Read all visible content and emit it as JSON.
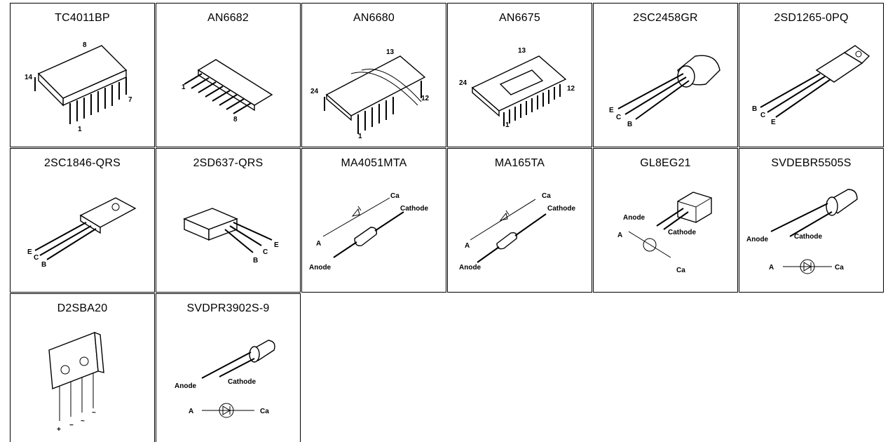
{
  "parts": [
    {
      "name": "TC4011BP",
      "pins": [
        "8",
        "14",
        "7",
        "1"
      ]
    },
    {
      "name": "AN6682",
      "pins": [
        "1",
        "8"
      ]
    },
    {
      "name": "AN6680",
      "pins": [
        "13",
        "24",
        "12",
        "1"
      ]
    },
    {
      "name": "AN6675",
      "pins": [
        "13",
        "24",
        "12",
        "1"
      ]
    },
    {
      "name": "2SC2458GR",
      "pins": [
        "E",
        "C",
        "B"
      ]
    },
    {
      "name": "2SD1265-0PQ",
      "pins": [
        "B",
        "C",
        "E"
      ]
    },
    {
      "name": "2SC1846-QRS",
      "pins": [
        "E",
        "C",
        "B"
      ]
    },
    {
      "name": "2SD637-QRS",
      "pins": [
        "E",
        "C",
        "B"
      ]
    },
    {
      "name": "MA4051MTA",
      "pins": [
        "Ca",
        "Cathode",
        "A",
        "Anode"
      ]
    },
    {
      "name": "MA165TA",
      "pins": [
        "Ca",
        "Cathode",
        "A",
        "Anode"
      ]
    },
    {
      "name": "GL8EG21",
      "pins": [
        "Anode",
        "Cathode",
        "A",
        "Ca"
      ]
    },
    {
      "name": "SVDEBR5505S",
      "pins": [
        "Anode",
        "Cathode",
        "A",
        "Ca"
      ]
    },
    {
      "name": "D2SBA20",
      "pins": [
        "+",
        "−",
        "~",
        "~"
      ]
    },
    {
      "name": "SVDPR3902S-9",
      "pins": [
        "Anode",
        "Cathode",
        "A",
        "Ca"
      ]
    }
  ]
}
